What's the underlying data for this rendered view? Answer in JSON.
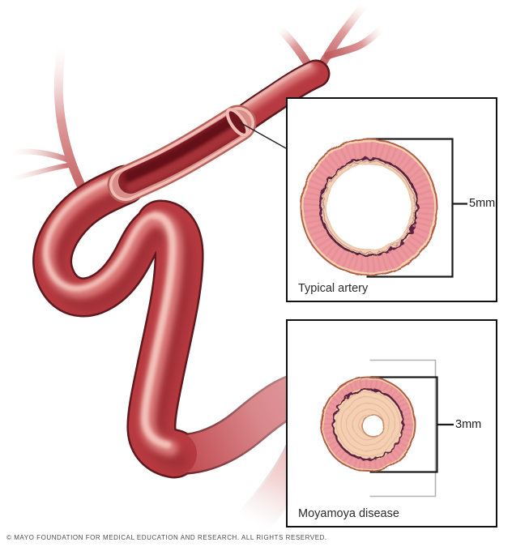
{
  "insets": {
    "typical": {
      "label": "Typical artery",
      "measurement": "5mm"
    },
    "moyamoya": {
      "label": "Moyamoya disease",
      "measurement": "3mm"
    }
  },
  "footer": {
    "copyright": "© MAYO FOUNDATION FOR MEDICAL EDUCATION AND RESEARCH. ALL RIGHTS RESERVED."
  },
  "colors": {
    "vessel_red": "#b63a40",
    "vessel_outline": "#5e191f",
    "vessel_highlight": "#f2b9b1",
    "cut_lumen_dark": "#8a232b",
    "cut_rim_pink": "#f2bcb6",
    "media_pink": "#ec989e",
    "intima_tan": "#f4cfb2",
    "elastic_lamina_maroon": "#5c2142",
    "reference_bracket_gray": "#b3b3b3",
    "line_black": "#1a1a1a",
    "background": "#ffffff"
  }
}
